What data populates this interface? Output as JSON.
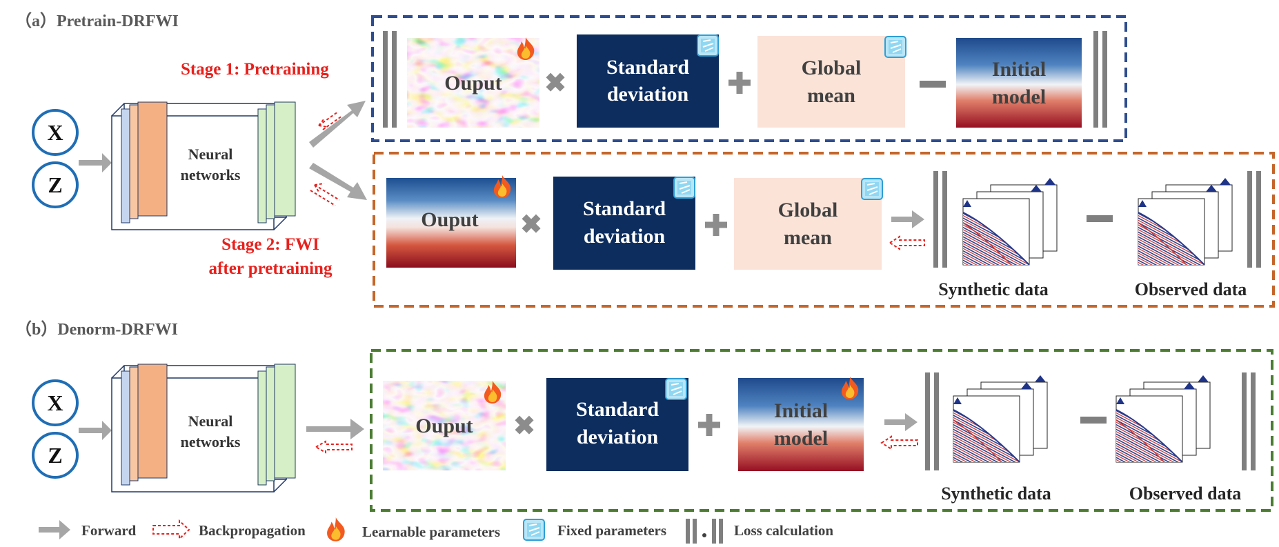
{
  "sections": {
    "a_title": "（a）Pretrain-DRFWI",
    "b_title": "（b）Denorm-DRFWI"
  },
  "inputs": {
    "x": "X",
    "z": "Z"
  },
  "network": {
    "line1": "Neural",
    "line2": "networks"
  },
  "stages": {
    "stage1": "Stage 1: Pretraining",
    "stage2_line1": "Stage 2: FWI",
    "stage2_line2": "after pretraining"
  },
  "blocks": {
    "output": "Ouput",
    "std_line1": "Standard",
    "std_line2": "deviation",
    "mean_line1": "Global",
    "mean_line2": "mean",
    "init_line1": "Initial",
    "init_line2": "model",
    "synthetic": "Synthetic data",
    "observed": "Observed data"
  },
  "legend": {
    "forward": "Forward",
    "backprop": "Backpropagation",
    "learnable": "Learnable parameters",
    "fixed": "Fixed parameters",
    "loss": "Loss calculation"
  },
  "colors": {
    "navy": "#0d2d5e",
    "peach": "#fbe3d8",
    "blue_box": "#2e4d8e",
    "orange_box": "#c5662a",
    "green_box": "#4b7c32",
    "stage_red": "#e8201c"
  }
}
